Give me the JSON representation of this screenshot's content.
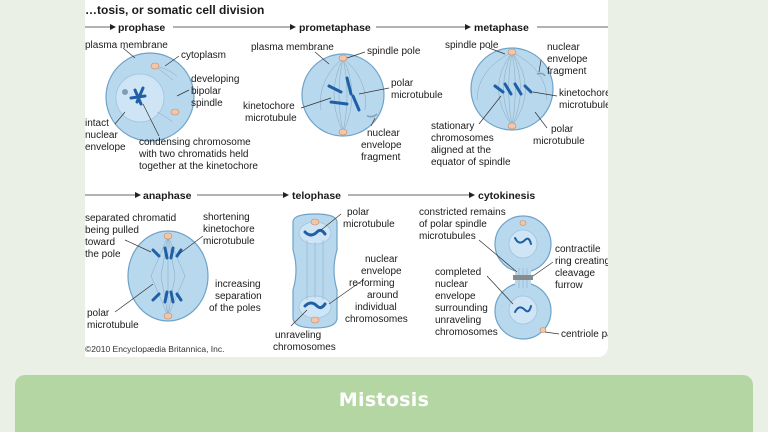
{
  "figure": {
    "title": "…tosis, or somatic cell division",
    "credit": "©2010 Encyclopædia Britannica, Inc.",
    "stages": {
      "prophase": "prophase",
      "prometaphase": "prometaphase",
      "metaphase": "metaphase",
      "anaphase": "anaphase",
      "telophase": "telophase",
      "cytokinesis": "cytokinesis"
    },
    "labels": {
      "p_plasma": "plasma membrane",
      "p_cyto": "cytoplasm",
      "p_dev1": "developing",
      "p_dev2": "bipolar",
      "p_dev3": "spindle",
      "p_intact1": "intact",
      "p_intact2": "nuclear",
      "p_intact3": "envelope",
      "p_cond1": "condensing chromosome",
      "p_cond2": "with two chromatids held",
      "p_cond3": "together at the kinetochore",
      "pm_plasma": "plasma membrane",
      "pm_spindle": "spindle pole",
      "pm_polar1": "polar",
      "pm_polar2": "microtubule",
      "pm_kin1": "kinetochore",
      "pm_kin2": "microtubule",
      "pm_ne1": "nuclear",
      "pm_ne2": "envelope",
      "pm_ne3": "fragment",
      "m_spindle": "spindle pole",
      "m_ne1": "nuclear",
      "m_ne2": "envelope",
      "m_ne3": "fragment",
      "m_kin1": "kinetochore",
      "m_kin2": "microtubule",
      "m_stat1": "stationary",
      "m_stat2": "chromosomes",
      "m_stat3": "aligned at the",
      "m_stat4": "equator of spindle",
      "m_polar1": "polar",
      "m_polar2": "microtubule",
      "a_sep1": "separated chromatid",
      "a_sep2": "being pulled",
      "a_sep3": "toward",
      "a_sep4": "the pole",
      "a_short1": "shortening",
      "a_short2": "kinetochore",
      "a_short3": "microtubule",
      "a_inc1": "increasing",
      "a_inc2": "separation",
      "a_inc3": "of the poles",
      "a_polar1": "polar",
      "a_polar2": "microtubule",
      "t_polar1": "polar",
      "t_polar2": "microtubule",
      "t_ne1": "nuclear",
      "t_ne2": "envelope",
      "t_ne3": "re-forming",
      "t_ne4": "around",
      "t_ne5": "individual",
      "t_ne6": "chromosomes",
      "t_unr1": "unraveling",
      "t_unr2": "chromosomes",
      "c_con1": "constricted remains",
      "c_con2": "of polar spindle",
      "c_con3": "microtubules",
      "c_ring1": "contractile",
      "c_ring2": "ring creating",
      "c_ring3": "cleavage",
      "c_ring4": "furrow",
      "c_comp1": "completed",
      "c_comp2": "nuclear",
      "c_comp3": "envelope",
      "c_comp4": "surrounding",
      "c_comp5": "unraveling",
      "c_comp6": "chromosomes",
      "c_cent": "centriole pair"
    }
  },
  "caption": {
    "text": "Mistosis"
  },
  "colors": {
    "page_bg": "#eaf0e5",
    "caption_bg": "#b3d6a3",
    "cell_fill": "#b8d8ee",
    "chromosome": "#1f5fa8",
    "pole": "#f2c6a8"
  }
}
